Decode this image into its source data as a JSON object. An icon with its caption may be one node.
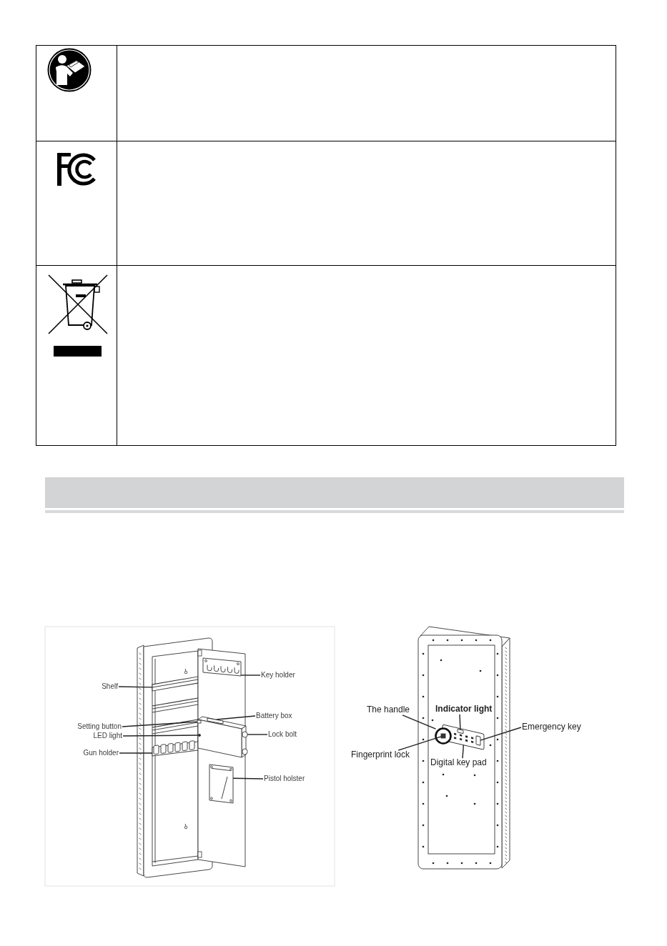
{
  "diagram": {
    "nodes": [
      {
        "text": [
          "Key holder"
        ]
      },
      {
        "text": [
          "Shelf"
        ]
      },
      {
        "text": [
          "Battery box"
        ]
      },
      {
        "text": [
          "Setting button"
        ]
      },
      {
        "text": [
          "Lock bolt"
        ]
      },
      {
        "text": [
          "LED light"
        ]
      },
      {
        "text": [
          "Gun holder"
        ]
      },
      {
        "text": [
          "Pistol holster"
        ]
      },
      {
        "text": [
          "The handle"
        ]
      },
      {
        "text": [
          "Indicator light"
        ]
      },
      {
        "text": [
          "Emergency key"
        ]
      },
      {
        "text": [
          "Fingerprint lock"
        ]
      },
      {
        "text": [
          "Digital key pad"
        ]
      },
      {
        "text": [],
        "shape": "box"
      },
      {
        "text": [],
        "shape": "bar"
      },
      {
        "text": [],
        "shape": "box"
      },
      {
        "text": [],
        "shape": "box"
      },
      {
        "text": [],
        "shape": "cylinder"
      },
      {
        "text": [],
        "shape": "circle"
      },
      {
        "text": [],
        "shape": "bar"
      },
      {
        "text": [],
        "shape": "box"
      },
      {
        "text": [],
        "shape": "circle"
      },
      {
        "text": [],
        "shape": "box"
      },
      {
        "text": [],
        "shape": "box"
      },
      {
        "text": [],
        "shape": "box",
        "in": 23
      },
      {
        "text": [],
        "shape": "box",
        "in": 23
      }
    ],
    "edges": [
      {
        "from": 0,
        "to": 13,
        "arrow": "none"
      },
      {
        "from": 1,
        "to": 14,
        "arrow": "none"
      },
      {
        "from": 2,
        "to": 15,
        "arrow": "none"
      },
      {
        "from": 3,
        "to": 16,
        "arrow": "none"
      },
      {
        "from": 4,
        "to": 17,
        "arrow": "none"
      },
      {
        "from": 5,
        "to": 18,
        "arrow": "none"
      },
      {
        "from": 6,
        "to": 19,
        "arrow": "none"
      },
      {
        "from": 7,
        "to": 20,
        "arrow": "none"
      },
      {
        "from": 8,
        "to": 21,
        "arrow": "none"
      },
      {
        "from": 9,
        "to": 24,
        "arrow": "none"
      },
      {
        "from": 10,
        "to": 25,
        "arrow": "none"
      },
      {
        "from": 11,
        "to": 22,
        "arrow": "none"
      },
      {
        "from": 12,
        "to": 23,
        "arrow": "none"
      }
    ]
  }
}
